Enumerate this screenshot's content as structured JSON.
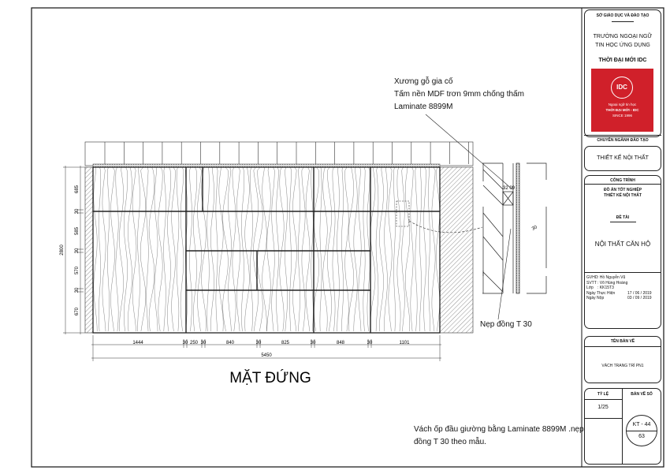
{
  "drawing": {
    "title": "MẶT ĐỨNG",
    "notes_top": [
      "Xương gỗ gia cố",
      "Tấm nền MDF trơn 9mm chống thấm",
      "Laminate 8899M"
    ],
    "note_trim": "Nẹp đồng T 30",
    "note_bottom": [
      "Vách ốp đầu giường bằng Laminate 8899M .nẹp",
      "đồng T 30 theo mẫu."
    ],
    "dims_horizontal": [
      "1444",
      "30",
      "250",
      "30",
      "840",
      "30",
      "825",
      "30",
      "848",
      "30",
      "1101"
    ],
    "dim_total_width": "5450",
    "dims_vertical": [
      "685",
      "30",
      "585",
      "30",
      "570",
      "30",
      "670"
    ],
    "dim_total_height": "2800",
    "section_dims": {
      "top": "32 09",
      "side": "30"
    }
  },
  "title_block": {
    "department": "SỞ GIÁO DỤC VÀ ĐÀO TẠO",
    "school_line1": "TRƯỜNG NGOẠI NGỮ",
    "school_line2": "TIN HỌC ỨNG DỤNG",
    "school_name": "THỜI ĐẠI MỚI IDC",
    "logo": {
      "mark": "IDC",
      "line1": "Ngoại ngữ tin học",
      "line2": "THỜI ĐẠI MỚI - IDC",
      "line3": "SINCE 1996",
      "color": "#d0202a"
    },
    "major_label": "CHUYÊN NGÀNH ĐÀO TẠO",
    "major": "THIẾT KẾ NỘI THẤT",
    "project_label": "CÔNG TRÌNH",
    "project_line1": "ĐỒ ÁN TỐT NGHIỆP",
    "project_line2": "THIẾT KẾ NỘI THẤT",
    "topic_label": "ĐỀ TÀI",
    "topic": "NỘI THẤT CĂN HỘ",
    "info": [
      {
        "label": "GVHD",
        "value": ": Hồ Nguyễn Vũ"
      },
      {
        "label": "SVTT",
        "value": ": Võ Hùng Hoàng"
      },
      {
        "label": "Lớp",
        "value": ": KK15T3"
      },
      {
        "label": "Ngày Thực Hiện",
        "value": "17 / 06 / 2019"
      },
      {
        "label": "Ngày Nộp",
        "value": "03 / 09 / 2019"
      }
    ],
    "drawing_name_label": "TÊN BẢN VẼ",
    "drawing_name": "VÁCH TRANG TRÍ PN1",
    "scale_label": "TỶ LỆ",
    "scale": "1/25",
    "sheet_label": "BẢN VẼ SỐ",
    "sheet_code": "KT - 44",
    "sheet_number": "63"
  }
}
